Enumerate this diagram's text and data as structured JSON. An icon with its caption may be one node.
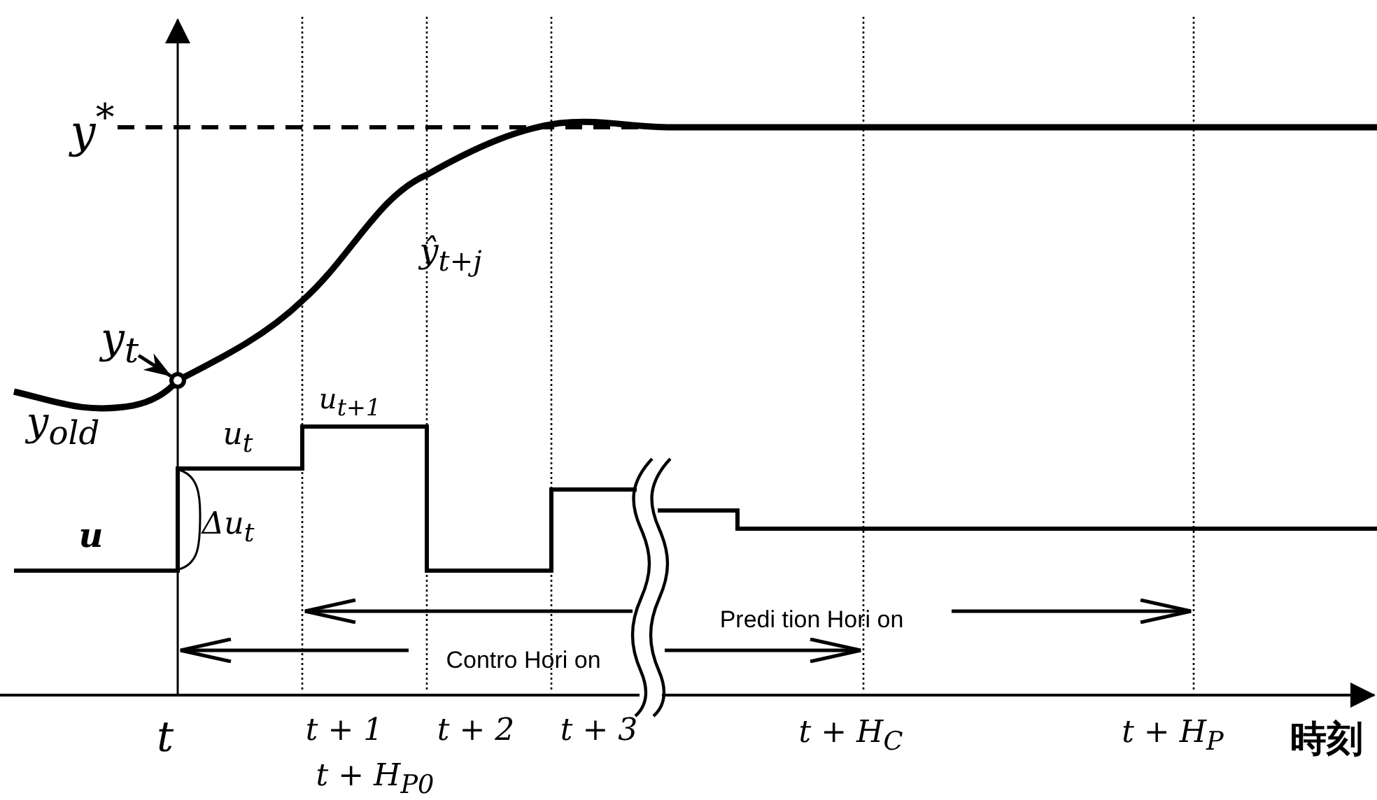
{
  "diagram": {
    "nodes": [
      {
        "text": [
          "y$_{t}$"
        ]
      },
      {
        "text": [],
        "shape": "circle"
      }
    ],
    "edges": [
      {
        "from": 0,
        "to": 1,
        "arrow": "to"
      }
    ],
    "labels": [
      "y$^{*}$",
      "ŷ$_{t+j}$",
      "y$_{old}$",
      "u$_{t+1}$",
      "u$_{t}$",
      "u",
      "Δu$_{t}$",
      "Predi tion Hori on",
      "Contro Hori on",
      "t",
      "t + 1",
      "t + 2",
      "t + 3",
      "t + H$_{C}$",
      "t + H$_{P}$",
      "時刻",
      "t + H$_{P0}$"
    ]
  }
}
